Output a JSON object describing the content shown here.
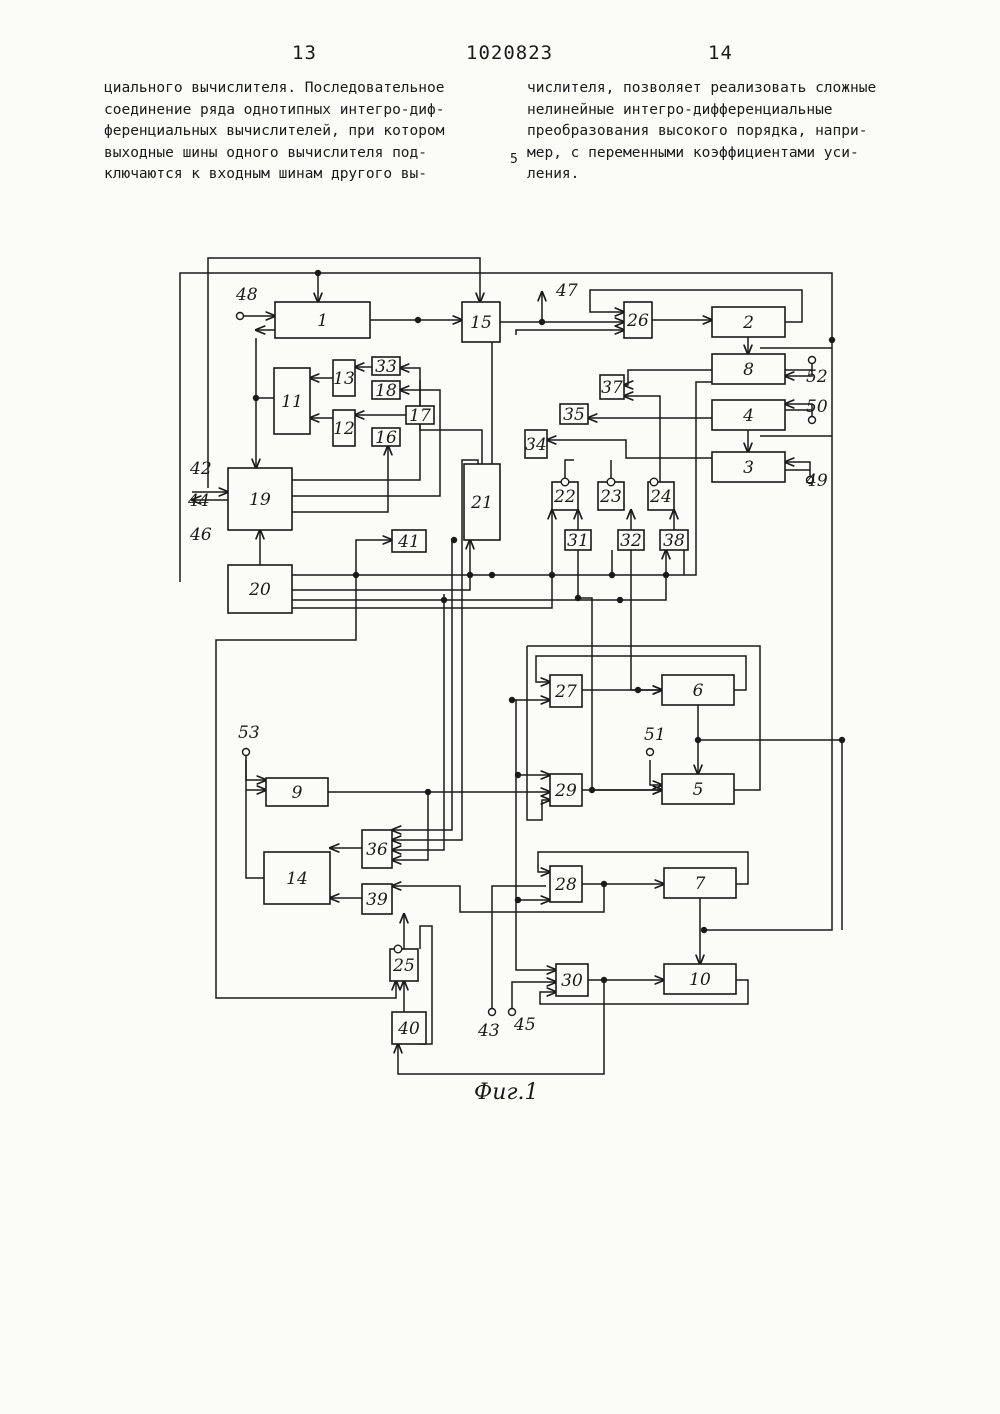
{
  "header": {
    "left_page": "13",
    "patent_number": "1020823",
    "right_page": "14"
  },
  "left_column": [
    "циального вычислителя. Последовательное",
    "соединение ряда однотипных интегро-диф-",
    "ференциальных вычислителей, при котором",
    "выходные шины одного вычислителя под-",
    "ключаются к входным шинам другого вы-"
  ],
  "right_column": [
    "числителя, позволяет реализовать сложные",
    "нелинейные интегро-дифференциальные",
    "преобразования высокого порядка, напри-",
    "мер, с переменными коэффициентами уси-",
    "ления."
  ],
  "line_number": "5",
  "caption": "Фиг.1",
  "diagram": {
    "block_labels": [
      "1",
      "2",
      "3",
      "4",
      "5",
      "6",
      "7",
      "8",
      "9",
      "10",
      "11",
      "12",
      "13",
      "14",
      "15",
      "16",
      "17",
      "18",
      "19",
      "20",
      "21",
      "22",
      "23",
      "24",
      "25",
      "26",
      "27",
      "28",
      "29",
      "30",
      "31",
      "32",
      "33",
      "34",
      "35",
      "36",
      "37",
      "38",
      "39",
      "40",
      "41"
    ],
    "terminal_labels": [
      "42",
      "43",
      "44",
      "45",
      "46",
      "47",
      "48",
      "49",
      "50",
      "51",
      "52",
      "53"
    ]
  }
}
